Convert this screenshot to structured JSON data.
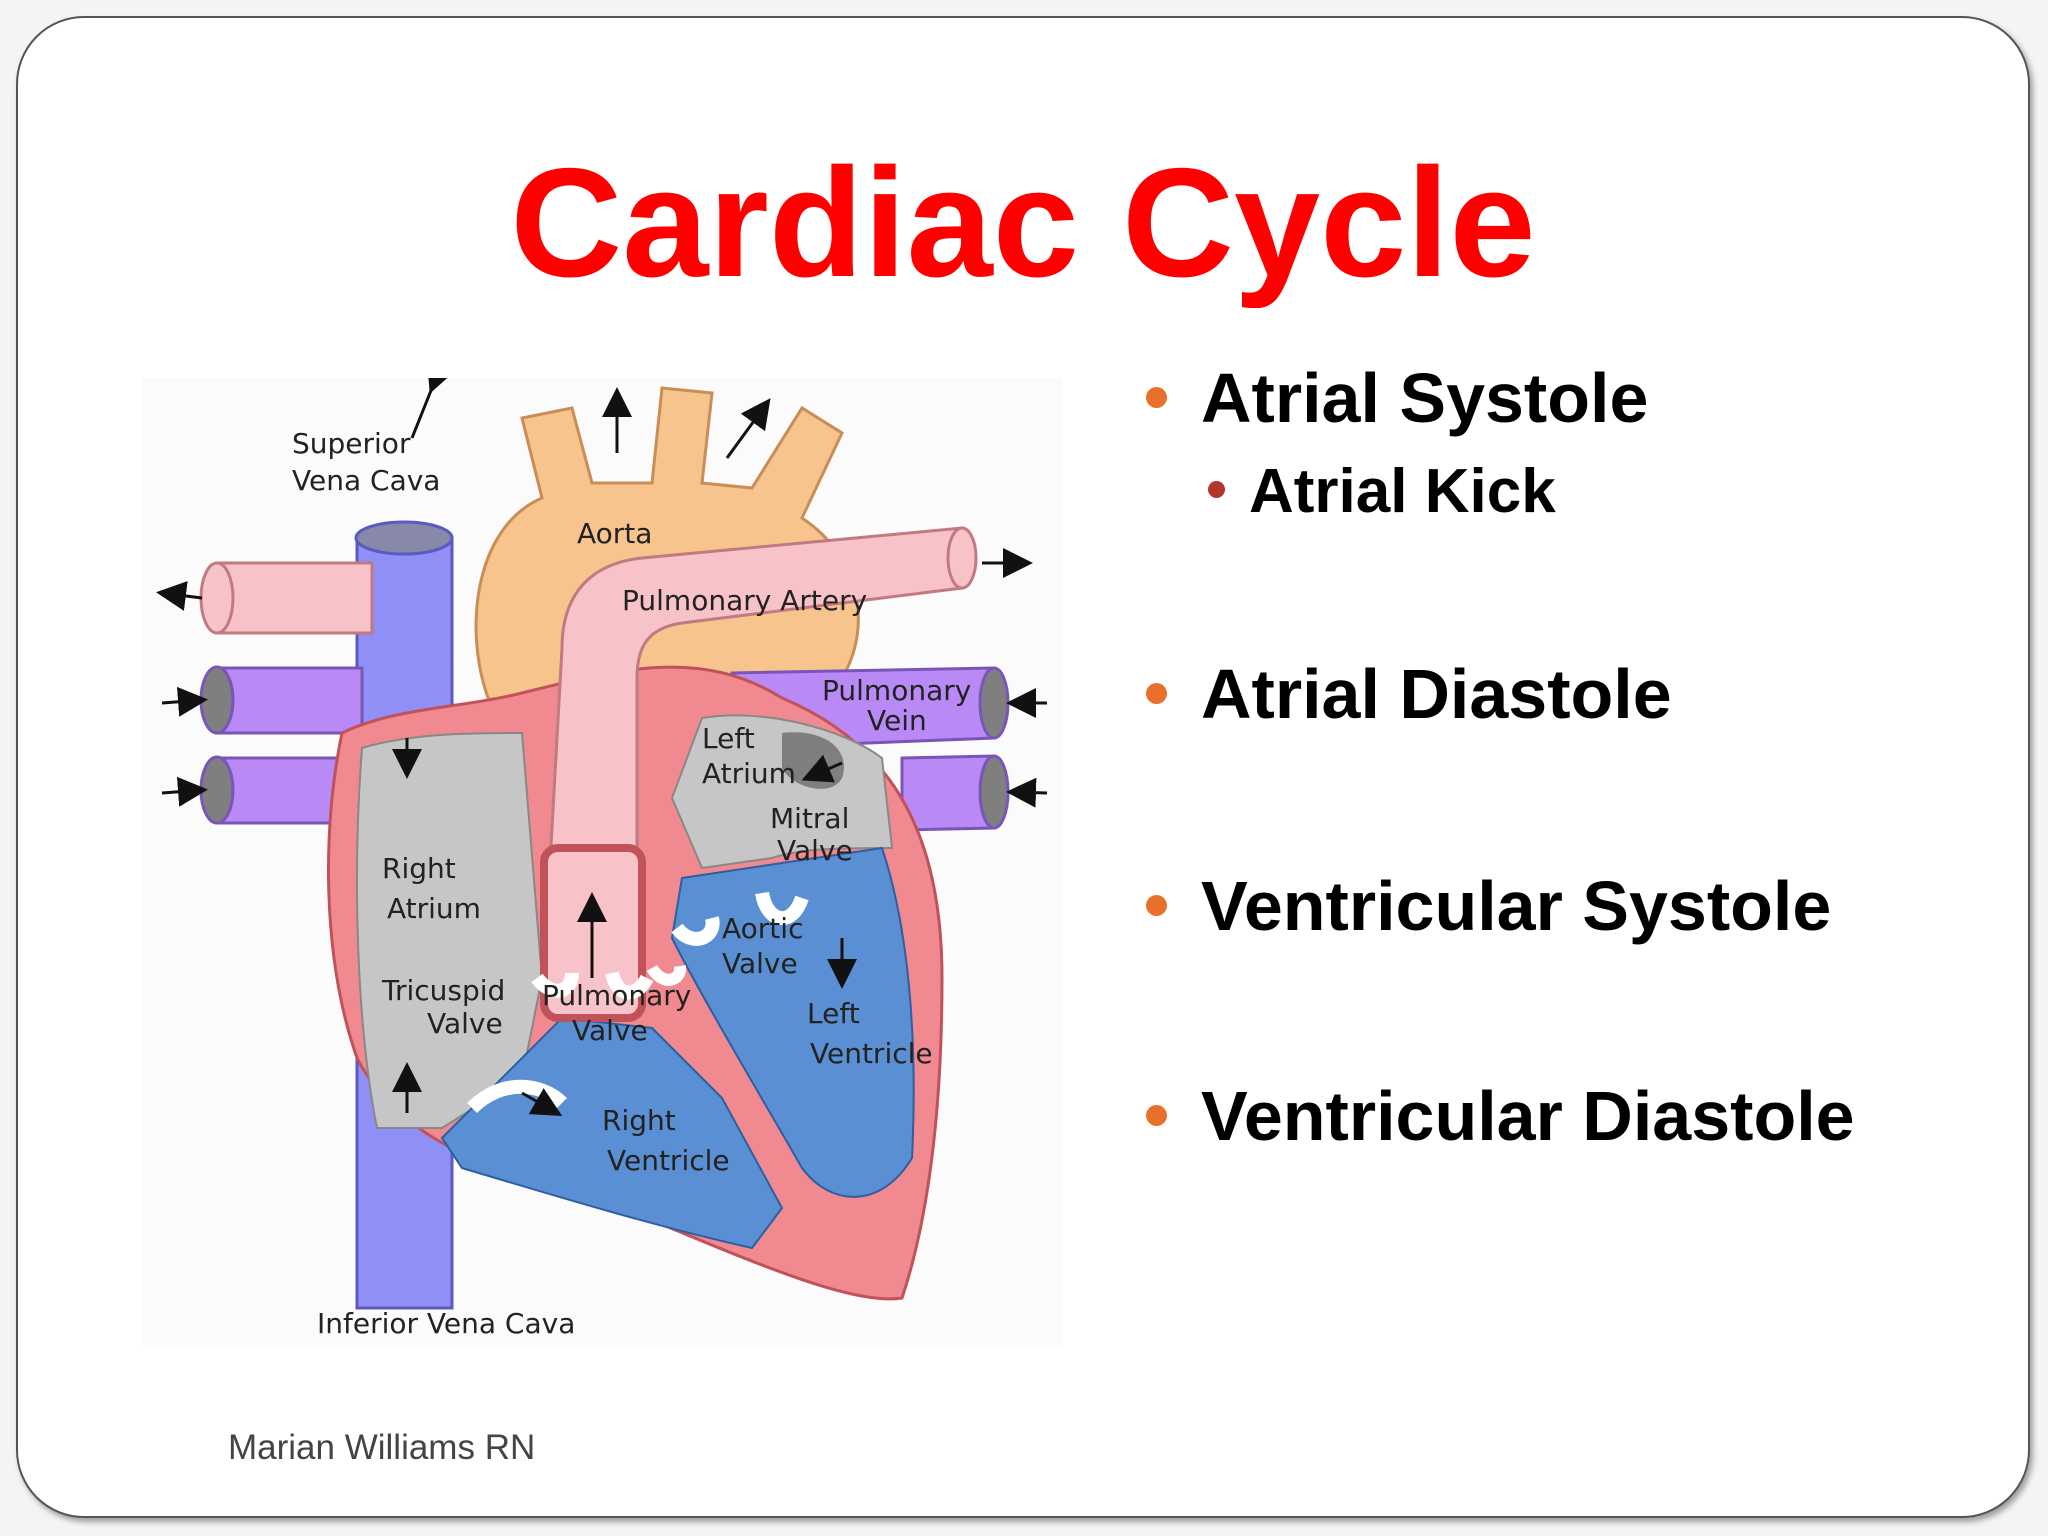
{
  "slide": {
    "title": "Cardiac Cycle",
    "footer": "Marian Williams RN"
  },
  "bullets": [
    {
      "label": "Atrial Systole",
      "level": 1
    },
    {
      "label": "Atrial Kick",
      "level": 2
    },
    {
      "label": "Atrial Diastole",
      "level": 1
    },
    {
      "label": "Ventricular Systole",
      "level": 1
    },
    {
      "label": "Ventricular Diastole",
      "level": 1
    }
  ],
  "diagram": {
    "labels": {
      "superior_vena_cava_1": "Superior",
      "superior_vena_cava_2": "Vena Cava",
      "aorta": "Aorta",
      "pulmonary_artery": "Pulmonary Artery",
      "pulmonary_vein_1": "Pulmonary",
      "pulmonary_vein_2": "Vein",
      "left_atrium_1": "Left",
      "left_atrium_2": "Atrium",
      "mitral_valve_1": "Mitral",
      "mitral_valve_2": "Valve",
      "right_atrium_1": "Right",
      "right_atrium_2": "Atrium",
      "aortic_valve_1": "Aortic",
      "aortic_valve_2": "Valve",
      "tricuspid_valve_1": "Tricuspid",
      "tricuspid_valve_2": "Valve",
      "pulmonary_valve_1": "Pulmonary",
      "pulmonary_valve_2": "Valve",
      "left_ventricle_1": "Left",
      "left_ventricle_2": "Ventricle",
      "right_ventricle_1": "Right",
      "right_ventricle_2": "Ventricle",
      "inferior_vena_cava": "Inferior Vena Cava"
    },
    "colors": {
      "vena_cava": "#8f8ff5",
      "aorta": "#f7c48e",
      "pulmonary_artery": "#f7c3c8",
      "pulmonary_vein": "#b98af5",
      "heart_wall": "#f08a90",
      "atrium": "#c6c6c6",
      "ventricle": "#5b8fd4",
      "valve": "#ffffff"
    }
  }
}
